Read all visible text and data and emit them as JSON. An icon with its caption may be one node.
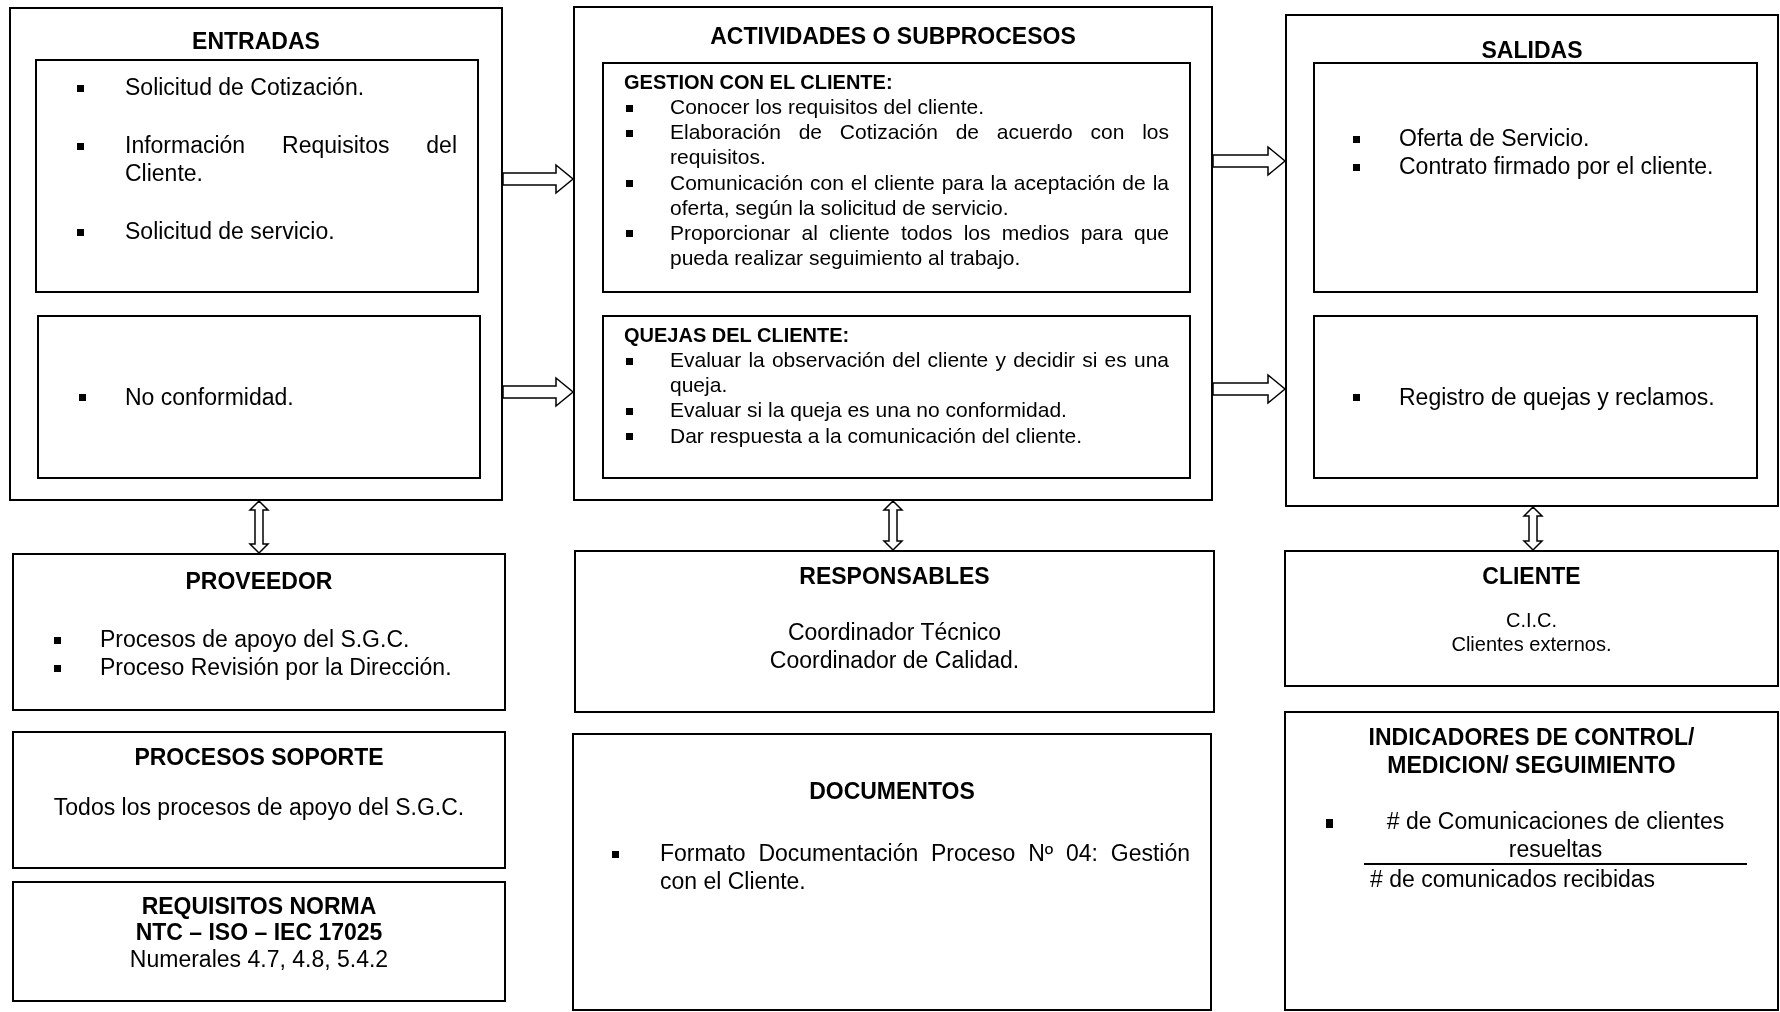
{
  "diagram": {
    "nodes": [
      {
        "text": [
          "ENTRADAS"
        ]
      },
      {
        "text": [
          "Solicitud de Cotización.",
          "Información Requisitos del Cliente.",
          "Solicitud de servicio."
        ],
        "in": 0
      },
      {
        "text": [
          "No conformidad."
        ],
        "in": 0
      },
      {
        "text": [
          "ACTIVIDADES O SUBPROCESOS"
        ]
      },
      {
        "text": [
          "GESTION CON EL CLIENTE:",
          "Conocer los requisitos del cliente.",
          "Elaboración de Cotización de acuerdo con los requisitos.",
          "Comunicación con el cliente para la aceptación de la oferta, según la solicitud de servicio.",
          "Proporcionar al cliente todos los medios para que pueda realizar seguimiento al trabajo."
        ],
        "in": 3
      },
      {
        "text": [
          "QUEJAS DEL CLIENTE:",
          "Evaluar la observación del cliente y decidir si es una queja.",
          "Evaluar si la queja es una no conformidad.",
          "Dar respuesta a la comunicación del cliente."
        ],
        "in": 3
      },
      {
        "text": [
          "SALIDAS"
        ]
      },
      {
        "text": [
          "Oferta de Servicio.",
          "Contrato firmado por el cliente."
        ],
        "in": 6
      },
      {
        "text": [
          "Registro de quejas y reclamos."
        ],
        "in": 6
      },
      {
        "text": [
          "PROVEEDOR",
          "Procesos de apoyo del S.G.C.",
          "Proceso Revisión por la Dirección."
        ]
      },
      {
        "text": [
          "RESPONSABLES",
          "Coordinador Técnico",
          "Coordinador de Calidad."
        ]
      },
      {
        "text": [
          "CLIENTE",
          "C.I.C.",
          "Clientes externos."
        ]
      },
      {
        "text": [
          "PROCESOS SOPORTE",
          "Todos los procesos de apoyo del S.G.C."
        ]
      },
      {
        "text": [
          "REQUISITOS NORMA",
          "NTC – ISO – IEC 17025",
          "Numerales 4.7, 4.8, 5.4.2"
        ]
      },
      {
        "text": [
          "DOCUMENTOS",
          "Formato Documentación Proceso Nº 04: Gestión con el Cliente."
        ]
      },
      {
        "text": [
          "INDICADORES DE CONTROL/ MEDICION/ SEGUIMIENTO",
          "# de Comunicaciones de clientes resueltas",
          "# de comunicados recibidas"
        ]
      }
    ],
    "edges": [
      {
        "from": 0,
        "to": 3,
        "arrow": "to"
      },
      {
        "from": 0,
        "to": 3,
        "arrow": "to"
      },
      {
        "from": 3,
        "to": 6,
        "arrow": "to"
      },
      {
        "from": 3,
        "to": 6,
        "arrow": "to"
      },
      {
        "from": 0,
        "to": 9,
        "arrow": "both"
      },
      {
        "from": 3,
        "to": 10,
        "arrow": "both"
      },
      {
        "from": 6,
        "to": 11,
        "arrow": "both"
      }
    ]
  }
}
